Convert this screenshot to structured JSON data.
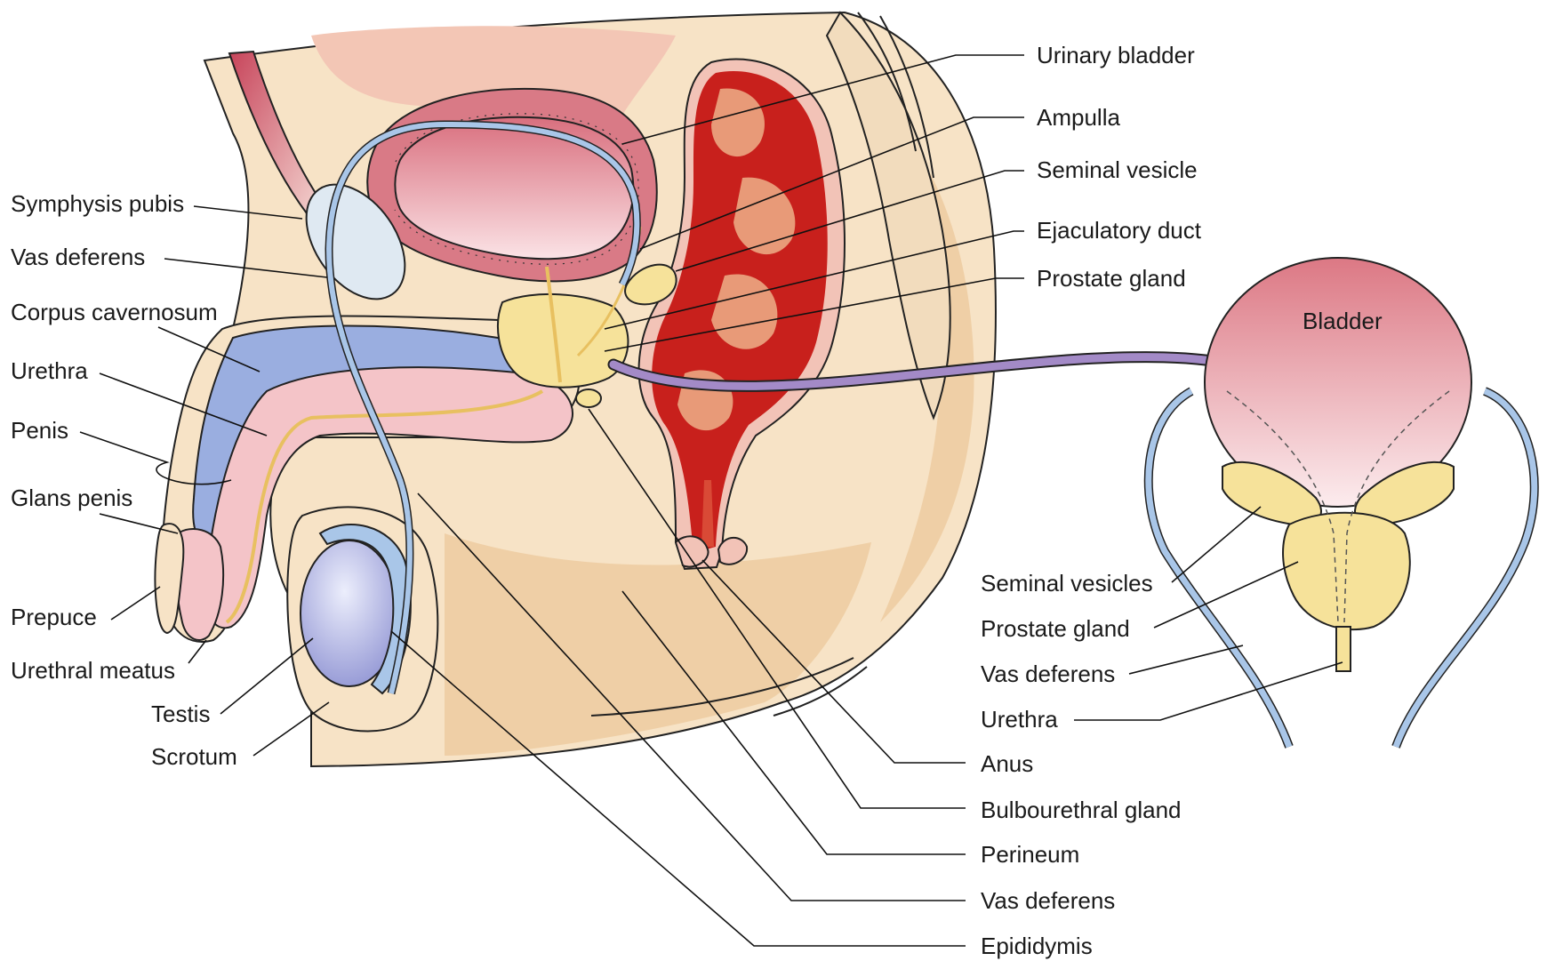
{
  "labels": {
    "symphysis_pubis": "Symphysis pubis",
    "vas_deferens_left": "Vas deferens",
    "corpus_cavernosum": "Corpus cavernosum",
    "urethra_left": "Urethra",
    "penis": "Penis",
    "glans_penis": "Glans penis",
    "prepuce": "Prepuce",
    "urethral_meatus": "Urethral meatus",
    "testis": "Testis",
    "scrotum": "Scrotum",
    "urinary_bladder": "Urinary bladder",
    "ampulla": "Ampulla",
    "seminal_vesicle": "Seminal vesicle",
    "ejaculatory_duct": "Ejaculatory duct",
    "prostate_gland_top": "Prostate gland",
    "anus": "Anus",
    "bulbourethral_gland": "Bulbourethral gland",
    "perineum": "Perineum",
    "vas_deferens_bottom": "Vas deferens",
    "epididymis": "Epididymis",
    "bladder_inset": "Bladder",
    "seminal_vesicles_inset": "Seminal vesicles",
    "prostate_gland_inset": "Prostate gland",
    "vas_deferens_inset": "Vas deferens",
    "urethra_inset": "Urethra"
  },
  "colors": {
    "skin": "#f7e3c6",
    "skin_shadow": "#efcfa6",
    "bladder_wall": "#d97a86",
    "bladder_lumen": "#f2c0c4",
    "rectum": "#c8201c",
    "rectum_light": "#e89a78",
    "vas_deferens": "#a9c6e8",
    "corpus": "#9aaee0",
    "urethra_tissue": "#f4c4c8",
    "gland": "#f6e29a",
    "testis": "#b9bde8",
    "symphysis": "#dfe9f2",
    "arrow": "#a38ac7"
  }
}
